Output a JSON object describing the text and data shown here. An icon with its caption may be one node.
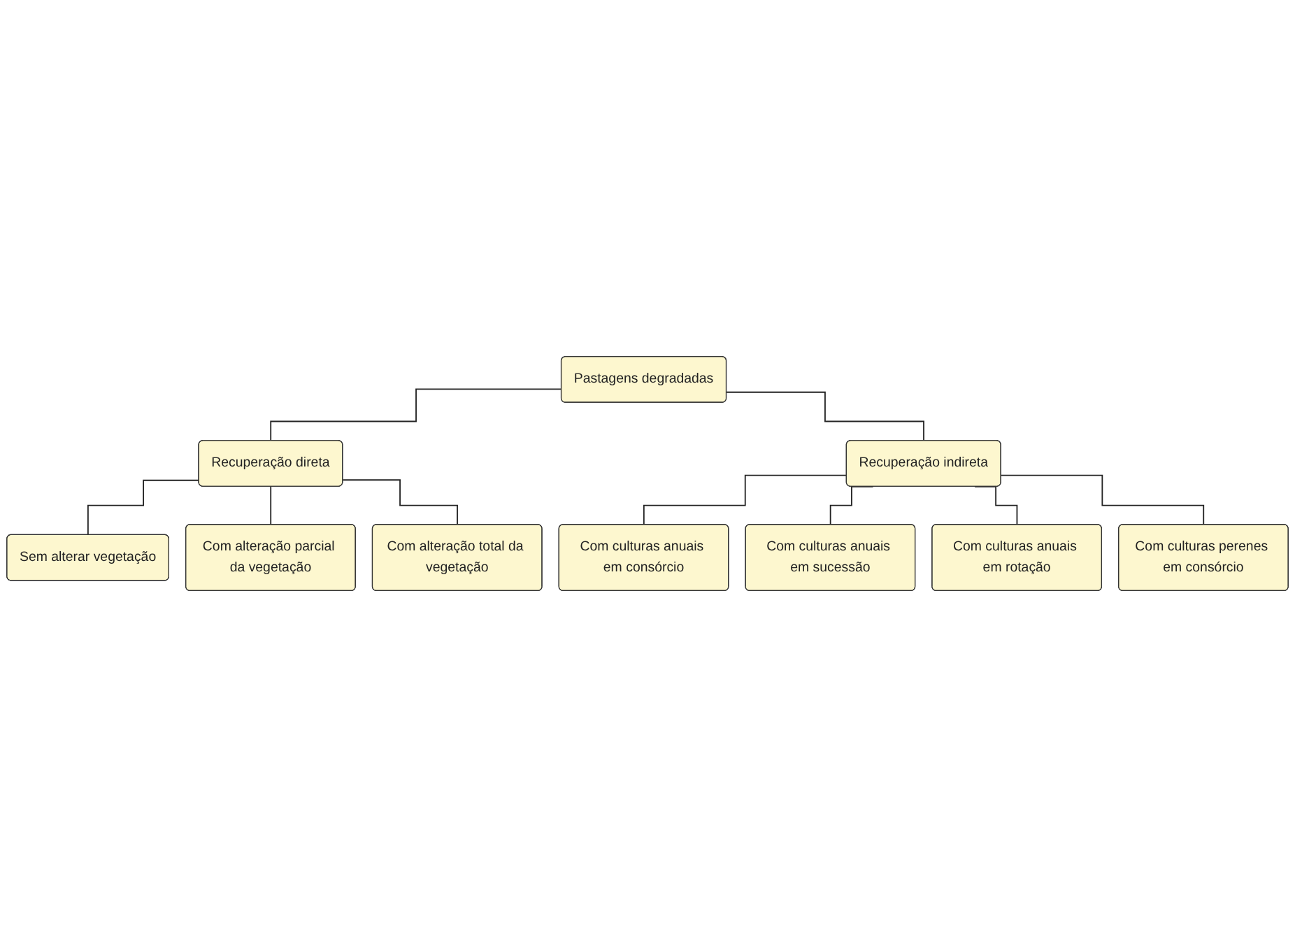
{
  "diagram": {
    "nodes": [
      {
        "text": [
          "Pastagens degradadas"
        ]
      },
      {
        "text": [
          "Recuperação direta"
        ]
      },
      {
        "text": [
          "Recuperação indireta"
        ]
      },
      {
        "text": [
          "Sem alterar vegetação"
        ]
      },
      {
        "text": [
          "Com alteração parcial da vegetação"
        ]
      },
      {
        "text": [
          "Com alteração total da vegetação"
        ]
      },
      {
        "text": [
          "Com culturas anuais em consórcio"
        ]
      },
      {
        "text": [
          "Com culturas anuais em sucessão"
        ]
      },
      {
        "text": [
          "Com culturas anuais em rotação"
        ]
      },
      {
        "text": [
          "Com culturas perenes em consórcio"
        ]
      }
    ],
    "edges": [
      {
        "from": 0,
        "to": 1,
        "arrow": "none"
      },
      {
        "from": 0,
        "to": 2,
        "arrow": "none"
      },
      {
        "from": 1,
        "to": 3,
        "arrow": "none"
      },
      {
        "from": 1,
        "to": 4,
        "arrow": "none"
      },
      {
        "from": 1,
        "to": 5,
        "arrow": "none"
      },
      {
        "from": 2,
        "to": 6,
        "arrow": "none"
      },
      {
        "from": 2,
        "to": 7,
        "arrow": "none"
      },
      {
        "from": 2,
        "to": 8,
        "arrow": "none"
      },
      {
        "from": 2,
        "to": 9,
        "arrow": "none"
      }
    ]
  }
}
